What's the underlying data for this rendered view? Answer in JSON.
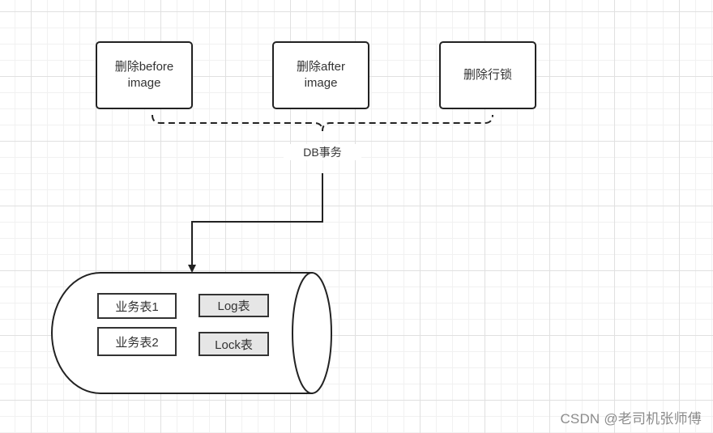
{
  "steps": [
    {
      "id": "delete-before-image",
      "lines": [
        "删除before",
        "image"
      ]
    },
    {
      "id": "delete-after-image",
      "lines": [
        "删除after",
        "image"
      ]
    },
    {
      "id": "delete-row-lock",
      "lines": [
        "删除行锁"
      ]
    }
  ],
  "transaction_label": "DB事务",
  "database": {
    "tables": [
      {
        "label": "业务表1",
        "highlight": false
      },
      {
        "label": "业务表2",
        "highlight": false
      },
      {
        "label": "Log表",
        "highlight": true
      },
      {
        "label": "Lock表",
        "highlight": true
      }
    ]
  },
  "watermark": "CSDN @老司机张师傅",
  "colors": {
    "stroke": "#222222",
    "highlight_fill": "#e6e6e6",
    "watermark": "#8c8c8c"
  }
}
